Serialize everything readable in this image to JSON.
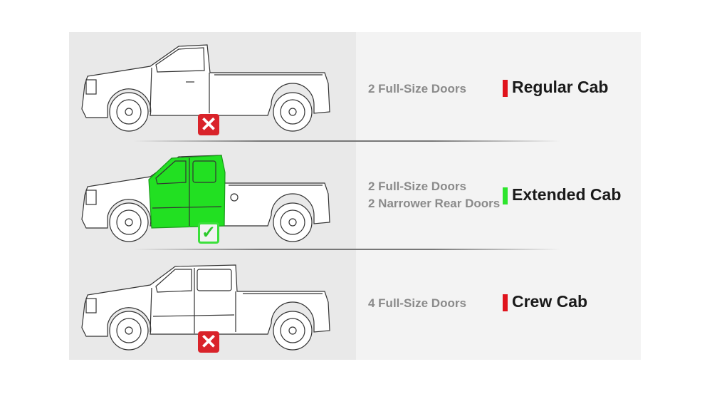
{
  "rows": [
    {
      "doors": [
        "2 Full-Size Doors"
      ],
      "cab": "Regular Cab",
      "status": "no",
      "indicator_color": "#e0131c"
    },
    {
      "doors": [
        "2 Full-Size Doors",
        "2 Narrower Rear Doors"
      ],
      "cab": "Extended Cab",
      "status": "yes",
      "indicator_color": "#2de52d",
      "highlight_color": "#22e022"
    },
    {
      "doors": [
        "4 Full-Size Doors"
      ],
      "cab": "Crew Cab",
      "status": "no",
      "indicator_color": "#e0131c"
    }
  ],
  "icons": {
    "no": "cross-icon",
    "yes": "check-icon"
  }
}
